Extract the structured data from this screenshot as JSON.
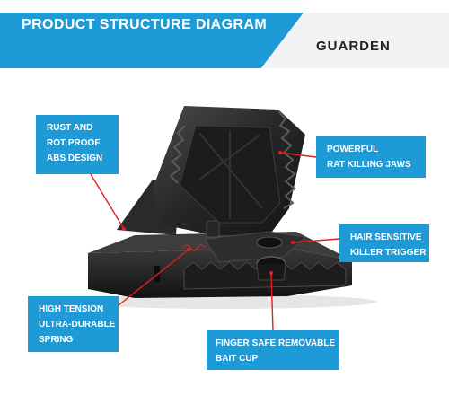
{
  "header": {
    "title": "PRODUCT STRUCTURE DIAGRAM",
    "brand": "GUARDEN",
    "banner_color": "#1e9ad6"
  },
  "callouts": {
    "rust": [
      "RUST AND",
      "ROT PROOF",
      "ABS DESIGN"
    ],
    "jaws": [
      "POWERFUL",
      "RAT KILLING JAWS"
    ],
    "trigger": [
      "HAIR SENSITIVE",
      "KILLER TRIGGER"
    ],
    "spring": [
      "HIGH TENSION",
      "ULTRA-DURABLE",
      "SPRING"
    ],
    "bait": [
      "FINGER SAFE REMOVABLE",
      "BAIT CUP"
    ]
  },
  "colors": {
    "callout": "#1e9ad6",
    "leader": "#e02020",
    "trap": "#2b2b2b"
  }
}
